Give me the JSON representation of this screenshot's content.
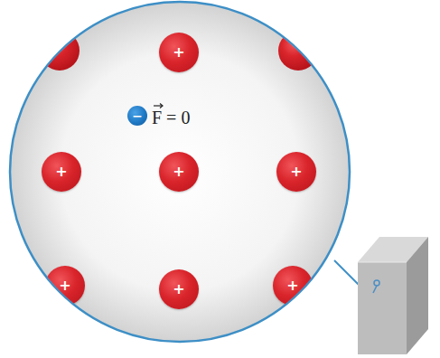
{
  "diagram": {
    "nodes": [
      {
        "text": [
          "+"
        ]
      },
      {
        "text": [
          "−"
        ]
      },
      {
        "text": [
          "+"
        ]
      },
      {
        "text": [
          "+"
        ]
      },
      {
        "text": [
          "+"
        ]
      },
      {
        "text": [
          "+"
        ]
      },
      {
        "text": [
          "+"
        ]
      },
      {
        "text": [
          "+"
        ]
      }
    ],
    "labels": [
      "F = 0"
    ]
  }
}
